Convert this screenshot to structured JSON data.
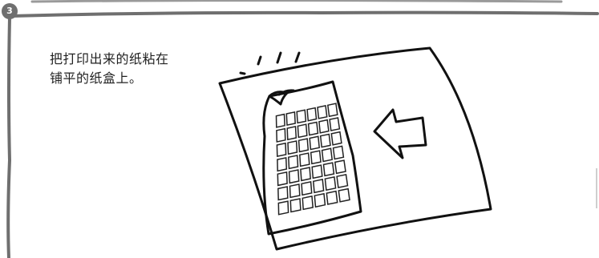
{
  "step": {
    "number": "3",
    "badge_color": "#6f6f6f",
    "border_color": "#6f6f6f"
  },
  "caption": {
    "lines": [
      "把打印出来的纸粘在",
      "铺平的纸盒上。"
    ]
  },
  "illustration": {
    "elements": [
      "sheet-of-paper",
      "printed-grid-sheet",
      "left-arrow-icon",
      "shine-marks"
    ],
    "grid_rows": 7,
    "grid_cols": 6
  }
}
